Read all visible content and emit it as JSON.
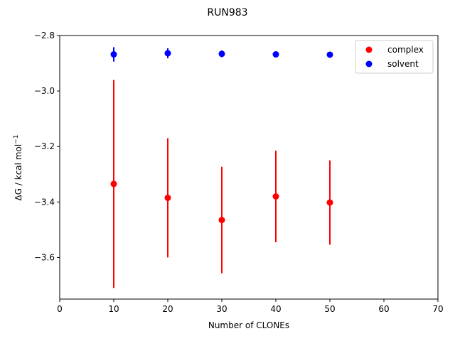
{
  "chart_data": {
    "type": "scatter",
    "title": "RUN983",
    "xlabel": "Number of CLONEs",
    "ylabel_main": "ΔG / kcal mol",
    "ylabel_sup": "−1",
    "xlim": [
      0,
      70
    ],
    "ylim": [
      -3.75,
      -2.8
    ],
    "x_ticks": [
      0,
      10,
      20,
      30,
      40,
      50,
      60,
      70
    ],
    "y_ticks": [
      -2.8,
      -3.0,
      -3.2,
      -3.4,
      -3.6
    ],
    "y_tick_labels": [
      "−2.8",
      "−3.0",
      "−3.2",
      "−3.4",
      "−3.6"
    ],
    "grid": false,
    "legend_position": "top-right",
    "series": [
      {
        "name": "complex",
        "color": "#ff0000",
        "x": [
          10,
          20,
          30,
          40,
          50
        ],
        "y": [
          -3.335,
          -3.385,
          -3.465,
          -3.38,
          -3.402
        ],
        "yerr": [
          0.375,
          0.215,
          0.192,
          0.165,
          0.152
        ]
      },
      {
        "name": "solvent",
        "color": "#0000ff",
        "x": [
          10,
          20,
          30,
          40,
          50
        ],
        "y": [
          -2.868,
          -2.864,
          -2.866,
          -2.868,
          -2.869
        ],
        "yerr": [
          0.026,
          0.018,
          0.012,
          0.008,
          0.006
        ]
      }
    ]
  }
}
